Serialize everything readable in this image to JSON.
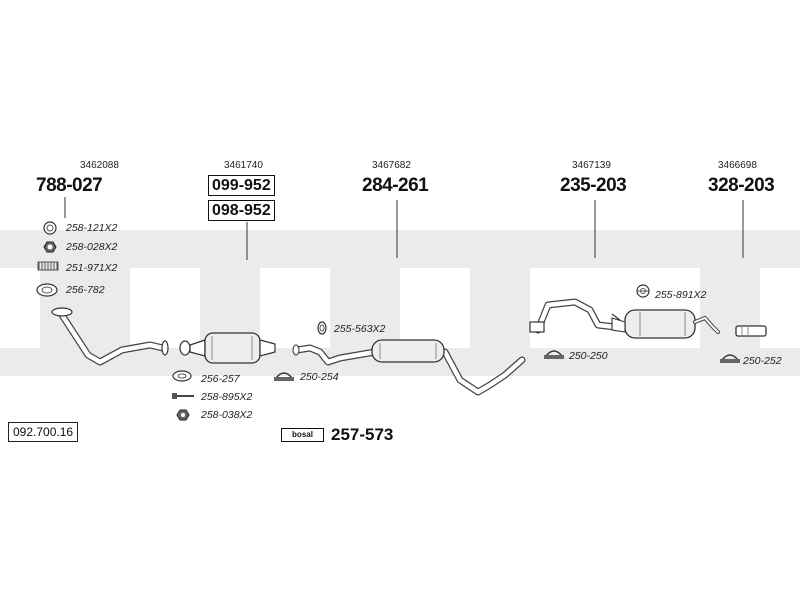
{
  "set_number": "092.700.16",
  "brand": "bosal",
  "kit_number": "257-573",
  "parts": [
    {
      "ref": "3462088",
      "number": "788-027"
    },
    {
      "ref": "3461740",
      "numbers": [
        "099-952",
        "098-952"
      ]
    },
    {
      "ref": "3467682",
      "number": "284-261"
    },
    {
      "ref": "3467139",
      "number": "235-203"
    },
    {
      "ref": "3466698",
      "number": "328-203"
    }
  ],
  "labels": {
    "l_258_121": "258-121X2",
    "l_258_028": "258-028X2",
    "l_251_971": "251-971X2",
    "l_256_782": "256-782",
    "l_256_257": "256-257",
    "l_258_895": "258-895X2",
    "l_258_038": "258-038X2",
    "l_255_563": "255-563X2",
    "l_250_254": "250-254",
    "l_255_891": "255-891X2",
    "l_250_250": "250-250",
    "l_250_252": "250-252"
  }
}
